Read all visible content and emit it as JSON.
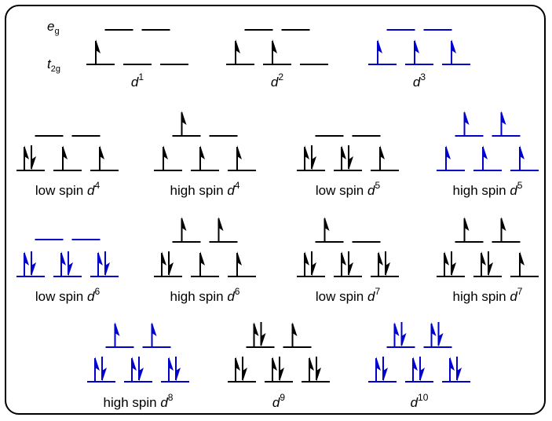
{
  "orbital_labels": {
    "eg": {
      "main": "e",
      "sub": "g"
    },
    "t2g": {
      "main": "t",
      "sub": "2g"
    }
  },
  "colors": {
    "normal": "#000000",
    "highlight": "#0000cc"
  },
  "configurations": [
    {
      "id": "d1",
      "prefix": "",
      "sup": "1",
      "highlight": false,
      "eg": [
        "",
        ""
      ],
      "t2g": [
        "u",
        "",
        ""
      ]
    },
    {
      "id": "d2",
      "prefix": "",
      "sup": "2",
      "highlight": false,
      "eg": [
        "",
        ""
      ],
      "t2g": [
        "u",
        "u",
        ""
      ]
    },
    {
      "id": "d3",
      "prefix": "",
      "sup": "3",
      "highlight": true,
      "eg": [
        "",
        ""
      ],
      "t2g": [
        "u",
        "u",
        "u"
      ]
    },
    {
      "id": "ls-d4",
      "prefix": "low spin ",
      "sup": "4",
      "highlight": false,
      "eg": [
        "",
        ""
      ],
      "t2g": [
        "ud",
        "u",
        "u"
      ]
    },
    {
      "id": "hs-d4",
      "prefix": "high spin ",
      "sup": "4",
      "highlight": false,
      "eg": [
        "u",
        ""
      ],
      "t2g": [
        "u",
        "u",
        "u"
      ]
    },
    {
      "id": "ls-d5",
      "prefix": "low spin ",
      "sup": "5",
      "highlight": false,
      "eg": [
        "",
        ""
      ],
      "t2g": [
        "ud",
        "ud",
        "u"
      ]
    },
    {
      "id": "hs-d5",
      "prefix": "high spin ",
      "sup": "5",
      "highlight": true,
      "eg": [
        "u",
        "u"
      ],
      "t2g": [
        "u",
        "u",
        "u"
      ]
    },
    {
      "id": "ls-d6",
      "prefix": "low spin ",
      "sup": "6",
      "highlight": true,
      "eg": [
        "",
        ""
      ],
      "t2g": [
        "ud",
        "ud",
        "ud"
      ]
    },
    {
      "id": "hs-d6",
      "prefix": "high spin ",
      "sup": "6",
      "highlight": false,
      "eg": [
        "u",
        "u"
      ],
      "t2g": [
        "ud",
        "u",
        "u"
      ]
    },
    {
      "id": "ls-d7",
      "prefix": "low spin ",
      "sup": "7",
      "highlight": false,
      "eg": [
        "u",
        ""
      ],
      "t2g": [
        "ud",
        "ud",
        "ud"
      ]
    },
    {
      "id": "hs-d7",
      "prefix": "high spin ",
      "sup": "7",
      "highlight": false,
      "eg": [
        "u",
        "u"
      ],
      "t2g": [
        "ud",
        "ud",
        "u"
      ]
    },
    {
      "id": "hs-d8",
      "prefix": "high spin ",
      "sup": "8",
      "highlight": true,
      "eg": [
        "u",
        "u"
      ],
      "t2g": [
        "ud",
        "ud",
        "ud"
      ]
    },
    {
      "id": "d9",
      "prefix": "",
      "sup": "9",
      "highlight": false,
      "eg": [
        "ud",
        "u"
      ],
      "t2g": [
        "ud",
        "ud",
        "ud"
      ]
    },
    {
      "id": "d10",
      "prefix": "",
      "sup": "10",
      "highlight": true,
      "eg": [
        "ud",
        "ud"
      ],
      "t2g": [
        "ud",
        "ud",
        "ud"
      ]
    }
  ]
}
